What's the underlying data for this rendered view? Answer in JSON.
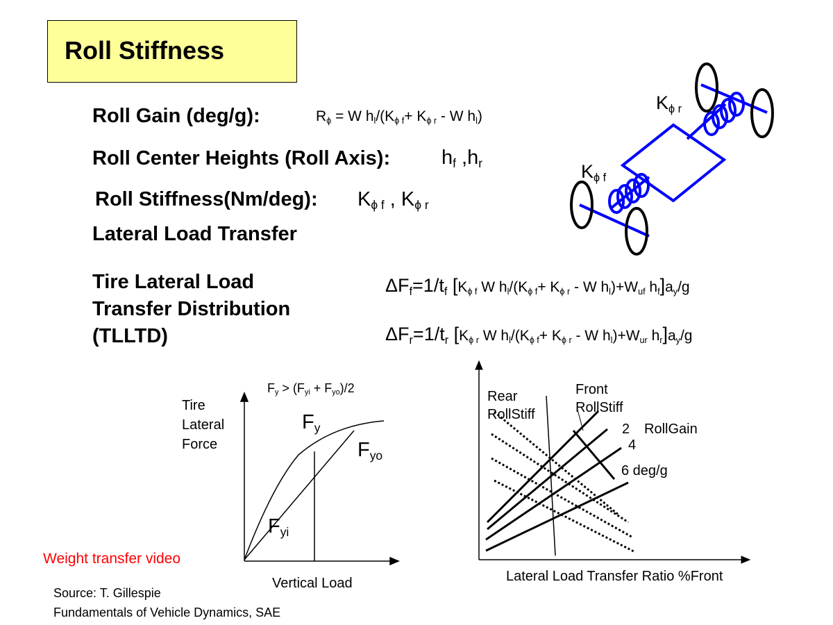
{
  "slide": {
    "title": "Roll Stiffness",
    "roll_gain_label": "Roll Gain (deg/g):",
    "roll_center_label": "Roll Center Heights (Roll Axis):",
    "roll_stiffness_label": "Roll Stiffness(Nm/deg):",
    "lateral_load_transfer": "Lateral Load Transfer",
    "tlltd_line1": "Tire Lateral Load",
    "tlltd_line2": "Transfer Distribution",
    "tlltd_line3": "(TLLTD)",
    "weight_transfer_link": "Weight transfer video",
    "source_line1": "Source: T. Gillespie",
    "source_line2": "Fundamentals of Vehicle Dynamics, SAE"
  },
  "formulas": {
    "roll_gain": "Rϕ = W hl/(Kϕf+ Kϕr - W hl)",
    "roll_center": "hf ,hr",
    "roll_stiffness": "Kϕ f , Kϕ r",
    "delta_ff": "ΔFf=1/tf [Kϕ f W hl/(Kϕ f+ Kϕ r - W hl)+Wuf hf]ay/g",
    "delta_fr": "ΔFr=1/tr [Kϕ r W hl/(Kϕ f+ Kϕ r - W hl)+Wur hr]ay/g"
  },
  "vehicle_diagram": {
    "front_label": "Kϕ f",
    "rear_label": "Kϕ r",
    "color": "#0000ff"
  },
  "tire_chart": {
    "ylabel_lines": [
      "Tire",
      "Lateral",
      "Force"
    ],
    "xlabel": "Vertical Load",
    "condition": "Fy > (Fyi + Fyo)/2",
    "fy": "Fy",
    "fyo": "Fyo",
    "fyi": "Fyi"
  },
  "tlltd_chart": {
    "rear_label_lines": [
      "Rear",
      "RollStiff"
    ],
    "front_label_lines": [
      "Front",
      "RollStiff"
    ],
    "roll_gain_label": "RollGain",
    "gain_2": "2",
    "gain_4": "4",
    "gain_6": "6 deg/g",
    "xlabel": "Lateral Load Transfer Ratio %Front"
  }
}
